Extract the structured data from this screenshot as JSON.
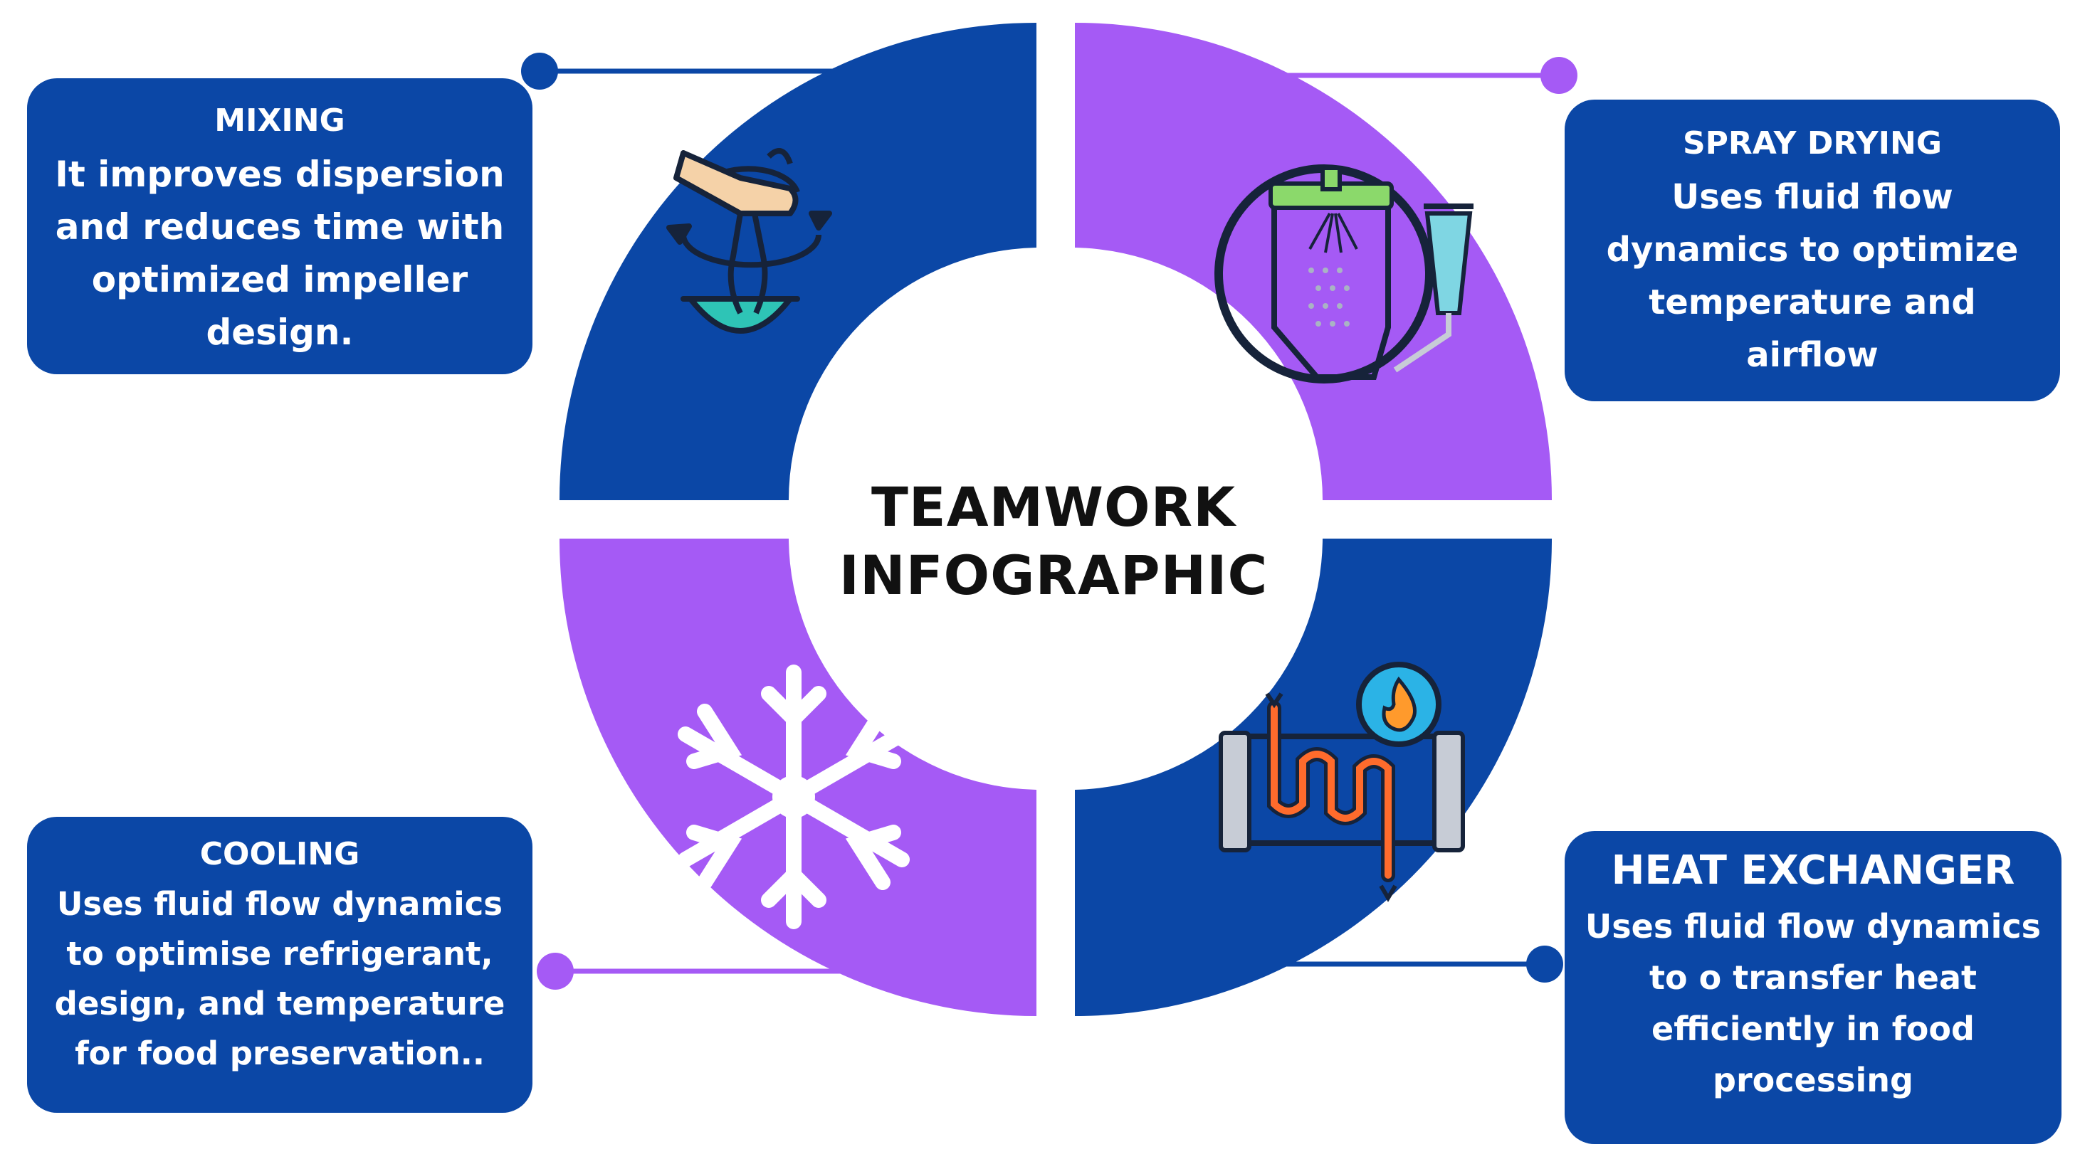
{
  "center": {
    "line1": "TEAMWORK",
    "line2": "INFOGRAPHIC"
  },
  "sections": {
    "mixing": {
      "title": "MIXING",
      "description": "It improves dispersion and reduces time with optimized impeller design.",
      "icon": "mixing-bowl-icon",
      "color": "#0b47a6"
    },
    "spray_drying": {
      "title": "SPRAY DRYING",
      "description": "Uses fluid flow dynamics to optimize temperature and airflow",
      "icon": "spray-dryer-icon",
      "color": "#a55af5"
    },
    "cooling": {
      "title": "COOLING",
      "description": "Uses fluid flow dynamics to optimise refrigerant, design, and temperature for food preservation..",
      "icon": "snowflake-icon",
      "color": "#a55af5"
    },
    "heat_exchanger": {
      "title": "HEAT EXCHANGER",
      "description": "Uses fluid flow dynamics to o transfer heat efficiently in food processing",
      "icon": "heat-exchanger-icon",
      "color": "#0b47a6"
    }
  },
  "colors": {
    "box": "#0b47a6",
    "blue": "#0b47a6",
    "purple": "#a55af5"
  }
}
